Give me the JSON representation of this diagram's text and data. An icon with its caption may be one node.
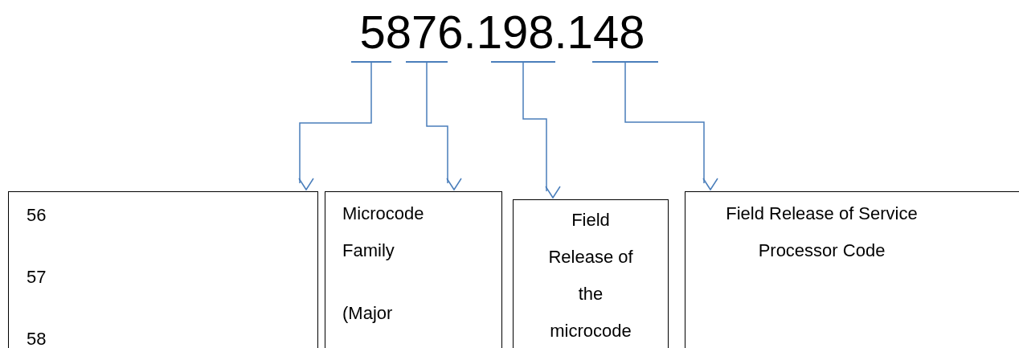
{
  "diagram": {
    "title": "5876.198.148",
    "nodes": [
      {
        "text": [],
        "shape": "bar"
      },
      {
        "text": [],
        "shape": "bar"
      },
      {
        "text": [],
        "shape": "bar"
      },
      {
        "text": [],
        "shape": "bar"
      },
      {
        "text": [
          "56",
          "57",
          "58"
        ]
      },
      {
        "text": [
          "Microcode Family",
          "(Major"
        ]
      },
      {
        "text": [
          "Field Release of the microcode"
        ]
      },
      {
        "text": [
          "Field Release of Service Processor Code"
        ]
      }
    ],
    "edges": [
      {
        "from": 0,
        "to": 4,
        "arrow": "to"
      },
      {
        "from": 1,
        "to": 5,
        "arrow": "to"
      },
      {
        "from": 2,
        "to": 6,
        "arrow": "to"
      },
      {
        "from": 3,
        "to": 7,
        "arrow": "to"
      }
    ]
  }
}
